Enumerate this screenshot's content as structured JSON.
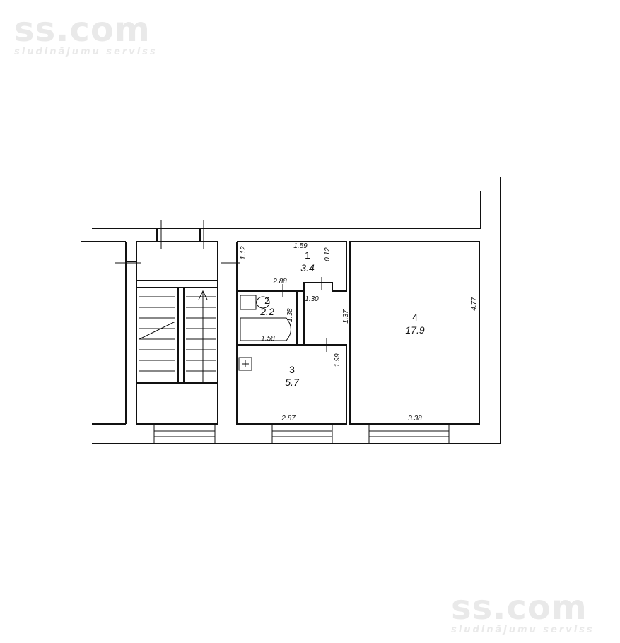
{
  "watermark": {
    "brand": "ss.com",
    "tagline": "sludinājumu serviss"
  },
  "rooms": [
    {
      "number": "1",
      "area": "3.4"
    },
    {
      "number": "2",
      "area": "2.2"
    },
    {
      "number": "3",
      "area": "5.7"
    },
    {
      "number": "4",
      "area": "17.9"
    }
  ],
  "dimensions": {
    "room1_width": "1.59",
    "room1_wall": "0.12",
    "room1_height": "1.12",
    "bath_top": "2.88",
    "hall_width": "1.30",
    "bath_side": "1.38",
    "bath_length": "1.58",
    "hall_height": "1.37",
    "room3_side": "1.99",
    "room3_width": "2.87",
    "room4_height": "4.77",
    "room4_width": "3.38"
  }
}
